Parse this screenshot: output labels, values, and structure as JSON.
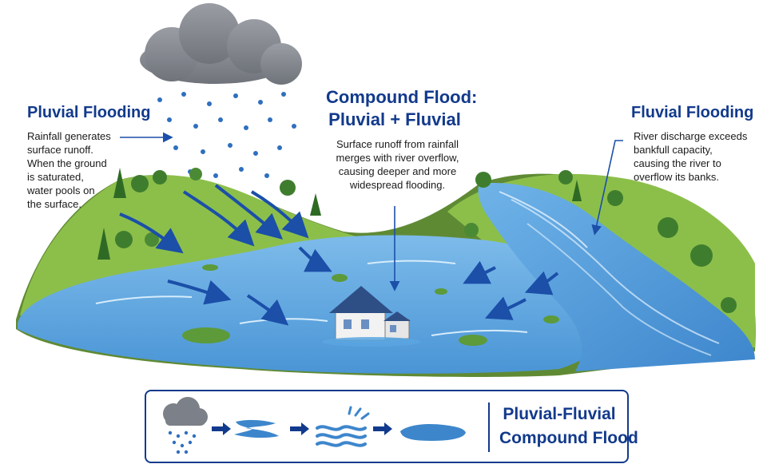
{
  "pluvial": {
    "title": "Pluvial Flooding",
    "lines": [
      "Rainfall generates",
      "surface runoff.",
      "When the ground",
      "is saturated,",
      "water pools on",
      "the surface."
    ]
  },
  "compound": {
    "title_lines": [
      "Compound Flood:",
      "Pluvial + Fluvial"
    ],
    "lines": [
      "Surface runoff from rainfall",
      "merges with river overflow,",
      "causing deeper and more",
      "widespread flooding."
    ]
  },
  "fluvial": {
    "title": "Fluvial Flooding",
    "lines": [
      "River discharge exceeds",
      "bankfull capacity,",
      "causing the river to",
      "overflow its banks."
    ]
  },
  "legend": {
    "icons": [
      "rain-cloud-icon",
      "runoff-icon",
      "river-overflow-icon",
      "flood-pool-icon"
    ],
    "title_lines": [
      "Pluvial-Fluvial",
      "Compound Flood"
    ]
  },
  "colors": {
    "title_blue": "#123a8c",
    "water": "#5aa6e0",
    "water_light": "#a9d4f3",
    "land": "#8cbf4a",
    "tree": "#3f7d2e",
    "cloud": "#8c8f96"
  }
}
